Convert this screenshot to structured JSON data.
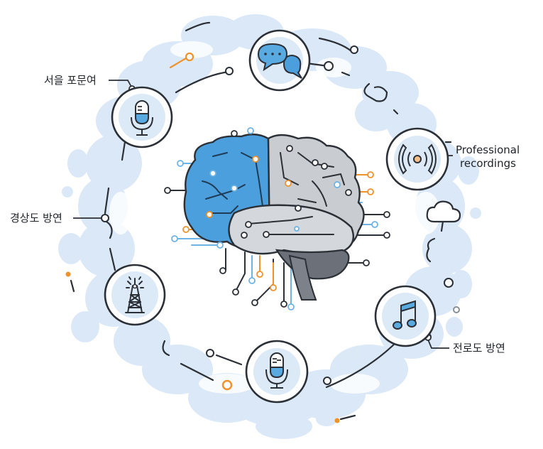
{
  "diagram": {
    "title": "AI speech recognition brain with dialect and audio sources",
    "center": {
      "name": "brain",
      "left_hemisphere_color": "#4a9fdc",
      "right_hemisphere_color": "#c9ccd1",
      "cerebellum_color": "#6b7079"
    },
    "nodes": [
      {
        "id": "mic-top-left",
        "icon": "microphone-icon",
        "label": "서을 포문여"
      },
      {
        "id": "chat",
        "icon": "speech-bubbles-icon",
        "label": ""
      },
      {
        "id": "broadcast",
        "icon": "radio-waves-icon",
        "label": "Professional recordings"
      },
      {
        "id": "music",
        "icon": "music-note-icon",
        "label": "전로도 방연"
      },
      {
        "id": "mic-bottom",
        "icon": "microphone-icon",
        "label": ""
      },
      {
        "id": "tower",
        "icon": "radio-tower-icon",
        "label": ""
      },
      {
        "id": "dialect-left",
        "icon": "",
        "label": "경상도 방연"
      }
    ],
    "labels": {
      "top_left": "서을 포문여",
      "left": "경상도 방연",
      "right_top_line1": "Professional",
      "right_top_line2": "recordings",
      "right_bottom": "전로도 방연"
    },
    "colors": {
      "line": "#2b2f36",
      "accent_blue": "#4a9fdc",
      "accent_orange": "#f0922b",
      "cloud": "#d5e5f6",
      "icon_bg": "#dce9f7"
    }
  }
}
